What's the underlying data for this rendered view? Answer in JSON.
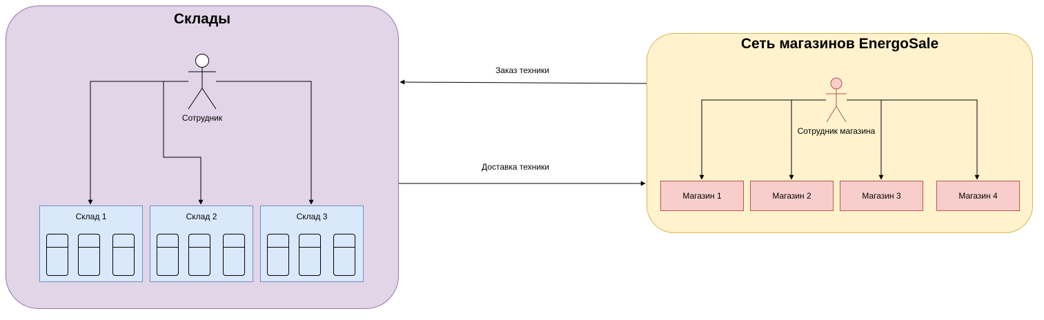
{
  "warehouses_group": {
    "title": "Склады",
    "employee_label": "Сотрудник",
    "warehouses": [
      {
        "label": "Склад 1"
      },
      {
        "label": "Склад 2"
      },
      {
        "label": "Склад 3"
      }
    ]
  },
  "stores_group": {
    "title": "Сеть магазинов EnergoSale",
    "employee_label": "Сотрудник магазина",
    "stores": [
      {
        "label": "Магазин 1"
      },
      {
        "label": "Магазин 2"
      },
      {
        "label": "Магазин 3"
      },
      {
        "label": "Магазин 4"
      }
    ]
  },
  "edges": {
    "order_label": "Заказ техники",
    "delivery_label": "Доставка техники"
  },
  "colors": {
    "warehouses_fill": "#e1d5e7",
    "warehouses_stroke": "#9673a6",
    "stores_fill": "#fff2cc",
    "stores_stroke": "#d6b656",
    "warehouse_fill": "#dae8fc",
    "warehouse_stroke": "#6c8ebf",
    "store_fill": "#f8cecc",
    "store_stroke": "#b85450"
  }
}
